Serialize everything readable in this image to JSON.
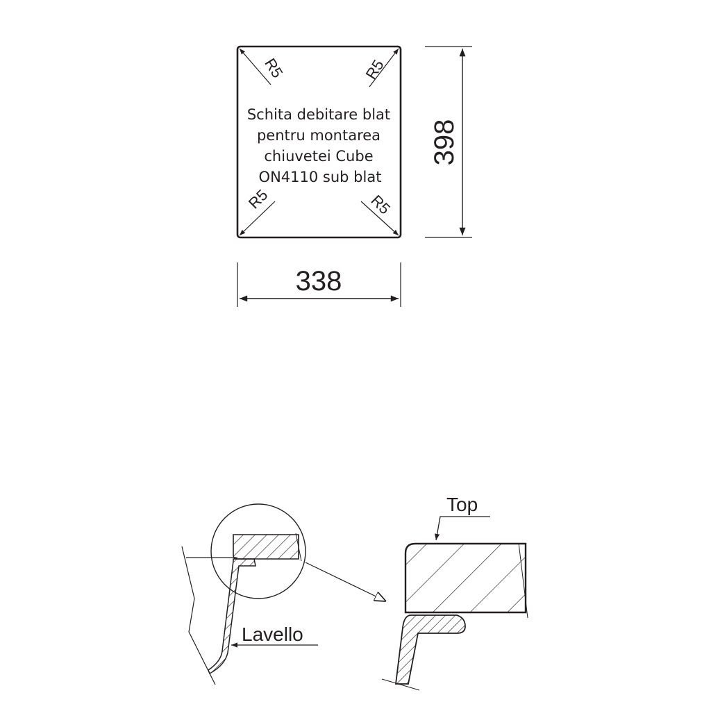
{
  "cutout": {
    "title_lines": [
      "Schita debitare blat",
      "pentru montarea",
      "chiuvetei Cube",
      "ON4110 sub blat"
    ],
    "corner_radius_labels": [
      "R5",
      "R5",
      "R5",
      "R5"
    ],
    "width_label": "338",
    "height_label": "398"
  },
  "section_detail": {
    "sink_label": "Lavello",
    "top_label": "Top"
  },
  "colors": {
    "line": "#231f20",
    "background": "#ffffff"
  }
}
